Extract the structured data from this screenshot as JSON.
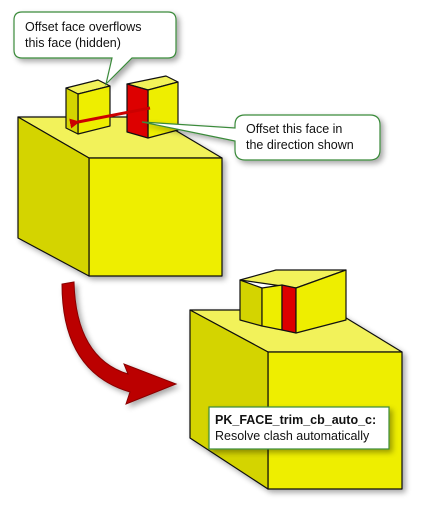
{
  "colors": {
    "block_top": "#f2f25a",
    "block_front": "#eeee00",
    "block_side": "#d4d400",
    "block_edge": "#111111",
    "offset_face": "#dd0000",
    "arrow": "#cc0000",
    "callout_border": "#3a8a3a",
    "callout_fill": "#ffffff"
  },
  "callout_top": {
    "line1": "Offset face overflows",
    "line2": "this face (hidden)"
  },
  "callout_right": {
    "line1": "Offset this face in",
    "line2": "the direction shown"
  },
  "result_label": {
    "title": "PK_FACE_trim_cb_auto_c:",
    "subtitle": "Resolve clash automatically"
  },
  "icons": {
    "direction_arrow": "left-arrow-icon",
    "transition_arrow": "curved-arrow-icon"
  }
}
